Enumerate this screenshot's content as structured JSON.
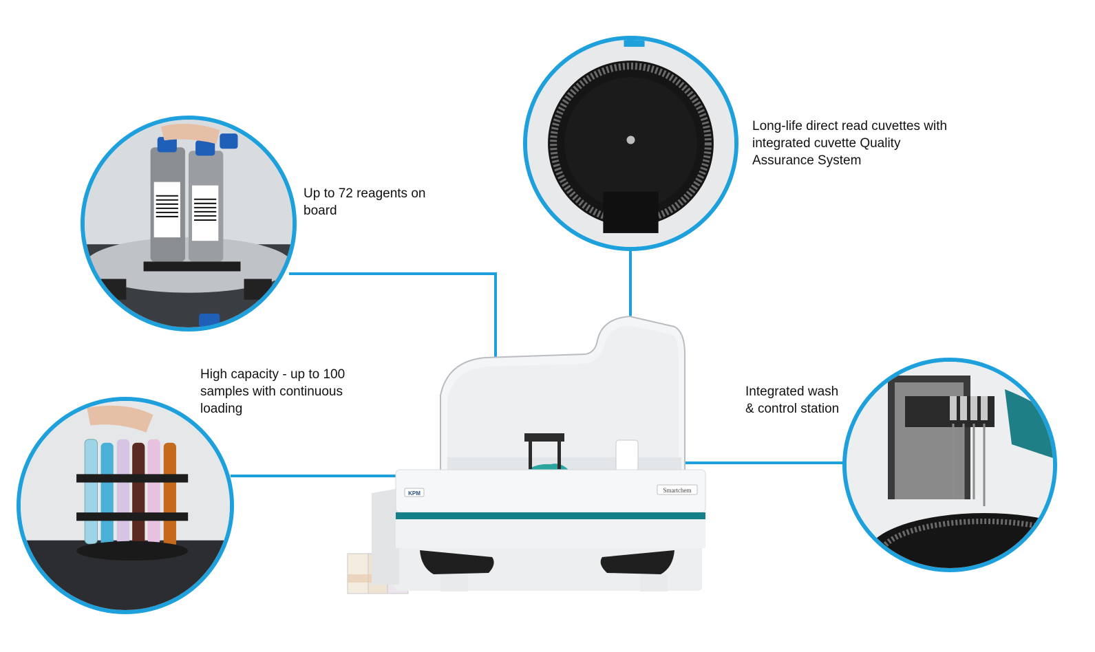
{
  "callouts": {
    "reagents": {
      "lines": [
        "Up to 72 reagents on",
        "board"
      ]
    },
    "cuvettes": {
      "lines": [
        "Long-life direct read cuvettes with",
        "integrated cuvette Quality",
        "Assurance System"
      ]
    },
    "samples": {
      "lines": [
        "High capacity - up to 100",
        "samples with continuous",
        "loading"
      ]
    },
    "wash": {
      "lines": [
        "Integrated wash",
        "& control station"
      ]
    }
  },
  "device": {
    "brand_badge": "KPM",
    "model_label": "Smartchem"
  },
  "colors": {
    "accent": "#1ea0dc",
    "teal_stripe": "#16808a",
    "body": "#eeeff0"
  },
  "icons": {
    "reagent_circle": "reagent-rack-photo",
    "cuvette_circle": "cuvette-rotor-photo",
    "sample_circle": "sample-rack-photo",
    "wash_circle": "wash-station-photo"
  }
}
